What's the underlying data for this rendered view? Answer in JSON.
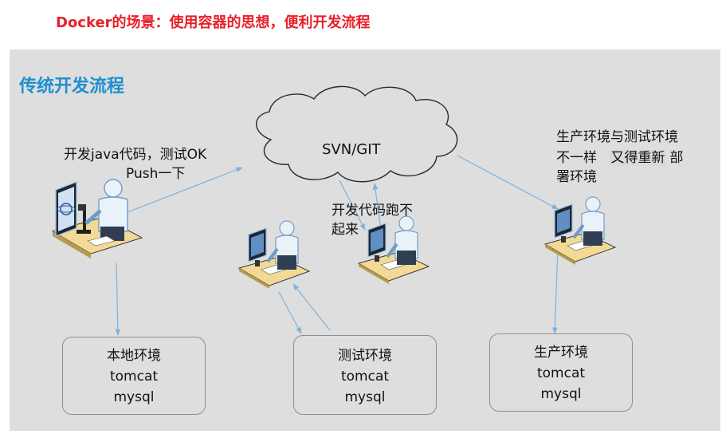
{
  "header": {
    "title": "Docker的场景：使用容器的思想，便利开发流程"
  },
  "section": {
    "title": "传统开发流程"
  },
  "cloud": {
    "label": "SVN/GIT"
  },
  "annotations": {
    "dev_line1": "开发java代码，测试OK",
    "dev_line2": "Push一下",
    "test_line1": "开发代码跑不",
    "test_line2": "起来",
    "prod_line1": "生产环境与测试环境",
    "prod_line2a": "不一样",
    "prod_line2b": "又得重新",
    "prod_line2c": "部",
    "prod_line3": "署环境"
  },
  "environments": [
    {
      "name": "本地环境",
      "server": "tomcat",
      "db": "mysql"
    },
    {
      "name": "测试环境",
      "server": "tomcat",
      "db": "mysql"
    },
    {
      "name": "生产环境",
      "server": "tomcat",
      "db": "mysql"
    }
  ],
  "colors": {
    "title_red": "#e8202a",
    "section_blue": "#1f8fd0",
    "panel_gray": "#dedede",
    "arrow_blue": "#7fb2dc"
  }
}
